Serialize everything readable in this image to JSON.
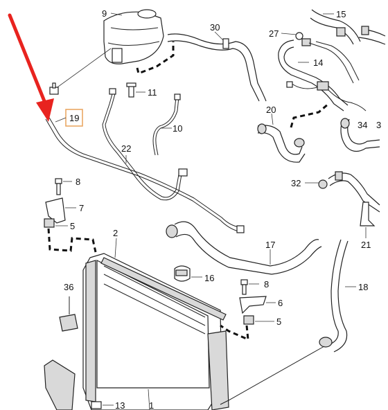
{
  "callouts": {
    "c1": "1",
    "c2": "2",
    "c5a": "5",
    "c5b": "5",
    "c6": "6",
    "c7": "7",
    "c8a": "8",
    "c8b": "8",
    "c9": "9",
    "c10": "10",
    "c11": "11",
    "c13": "13",
    "c14": "14",
    "c15": "15",
    "c16": "16",
    "c17": "17",
    "c18": "18",
    "c19": "19",
    "c20": "20",
    "c21": "21",
    "c22": "22",
    "c27": "27",
    "c30": "30",
    "c32": "32",
    "c34": "34",
    "c36": "36",
    "c3x": "3"
  },
  "colors": {
    "arrow": "#e8231f",
    "highlight_box": "#e8a25a",
    "line_art": "#222222"
  }
}
